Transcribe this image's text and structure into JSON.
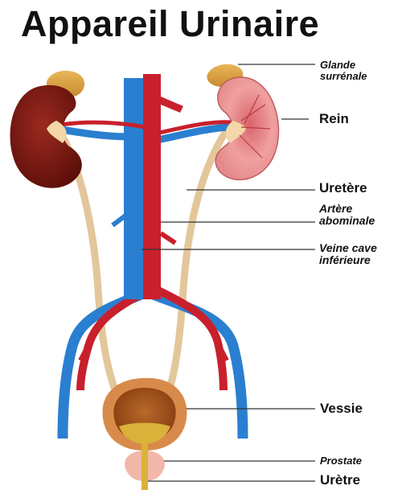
{
  "title": "Appareil Urinaire",
  "labels": {
    "glande_surrenale_1": "Glande",
    "glande_surrenale_2": "surrénale",
    "rein": "Rein",
    "uretere": "Uretère",
    "artere_1": "Artère",
    "artere_2": "abominale",
    "veine_1": "Veine cave",
    "veine_2": "inférieure",
    "vessie": "Vessie",
    "prostate": "Prostate",
    "uretre": "Urètre"
  },
  "colors": {
    "artery": "#c8202c",
    "vein": "#2a7fd0",
    "ureter": "#e3c79a",
    "kidney_left": "#7a1a12",
    "kidney_right": "#e98b8c",
    "adrenal": "#d9a34a",
    "bladder": "#a1521c",
    "prostate": "#f2b7a8"
  }
}
